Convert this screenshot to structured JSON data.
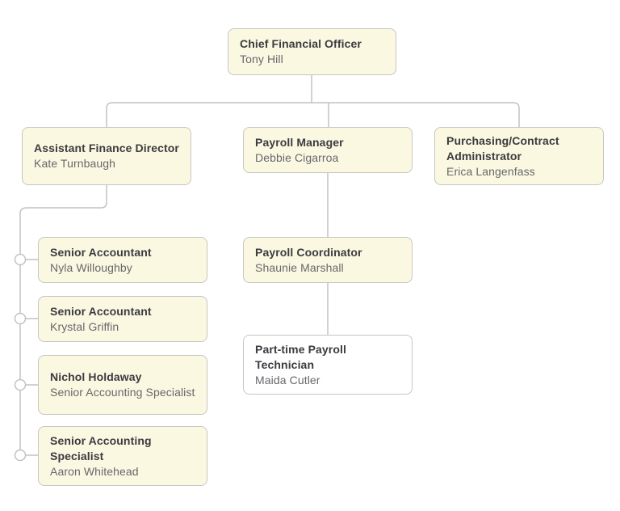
{
  "colors": {
    "canvas_bg": "#ffffff",
    "node_fill": "#fbf8e1",
    "node_fill_white": "#ffffff",
    "node_border": "#c6c6c2",
    "connector": "#c2c2c0",
    "title_text": "#3b3b40",
    "name_text": "#67676d"
  },
  "nodes": [
    {
      "id": "cfo",
      "title": "Chief Financial Officer",
      "name": "Tony Hill",
      "variant": "yellow"
    },
    {
      "id": "assistant-finance-director",
      "title": "Assistant Finance Director",
      "name": "Kate Turnbaugh",
      "variant": "yellow"
    },
    {
      "id": "payroll-manager",
      "title": "Payroll Manager",
      "name": "Debbie Cigarroa",
      "variant": "yellow"
    },
    {
      "id": "purchasing-contract-administrator",
      "title": "Purchasing/Contract Administrator",
      "name": "Erica Langenfass",
      "variant": "yellow"
    },
    {
      "id": "senior-accountant-1",
      "title": "Senior Accountant",
      "name": "Nyla Willoughby",
      "variant": "yellow"
    },
    {
      "id": "senior-accountant-2",
      "title": "Senior Accountant",
      "name": "Krystal Griffin",
      "variant": "yellow"
    },
    {
      "id": "nichol-holdaway",
      "title": "Nichol Holdaway",
      "name": "Senior Accounting Specialist",
      "variant": "yellow"
    },
    {
      "id": "senior-accounting-specialist",
      "title": "Senior Accounting Specialist",
      "name": "Aaron Whitehead",
      "variant": "yellow"
    },
    {
      "id": "payroll-coordinator",
      "title": "Payroll Coordinator",
      "name": "Shaunie Marshall",
      "variant": "yellow"
    },
    {
      "id": "part-time-payroll-technician",
      "title": "Part-time Payroll Technician",
      "name": "Maida Cutler",
      "variant": "white"
    }
  ],
  "edges": [
    {
      "from": "cfo",
      "to": "assistant-finance-director"
    },
    {
      "from": "cfo",
      "to": "payroll-manager"
    },
    {
      "from": "cfo",
      "to": "purchasing-contract-administrator"
    },
    {
      "from": "assistant-finance-director",
      "to": "senior-accountant-1"
    },
    {
      "from": "assistant-finance-director",
      "to": "senior-accountant-2"
    },
    {
      "from": "assistant-finance-director",
      "to": "nichol-holdaway"
    },
    {
      "from": "assistant-finance-director",
      "to": "senior-accounting-specialist"
    },
    {
      "from": "payroll-manager",
      "to": "payroll-coordinator"
    },
    {
      "from": "payroll-coordinator",
      "to": "part-time-payroll-technician"
    }
  ]
}
